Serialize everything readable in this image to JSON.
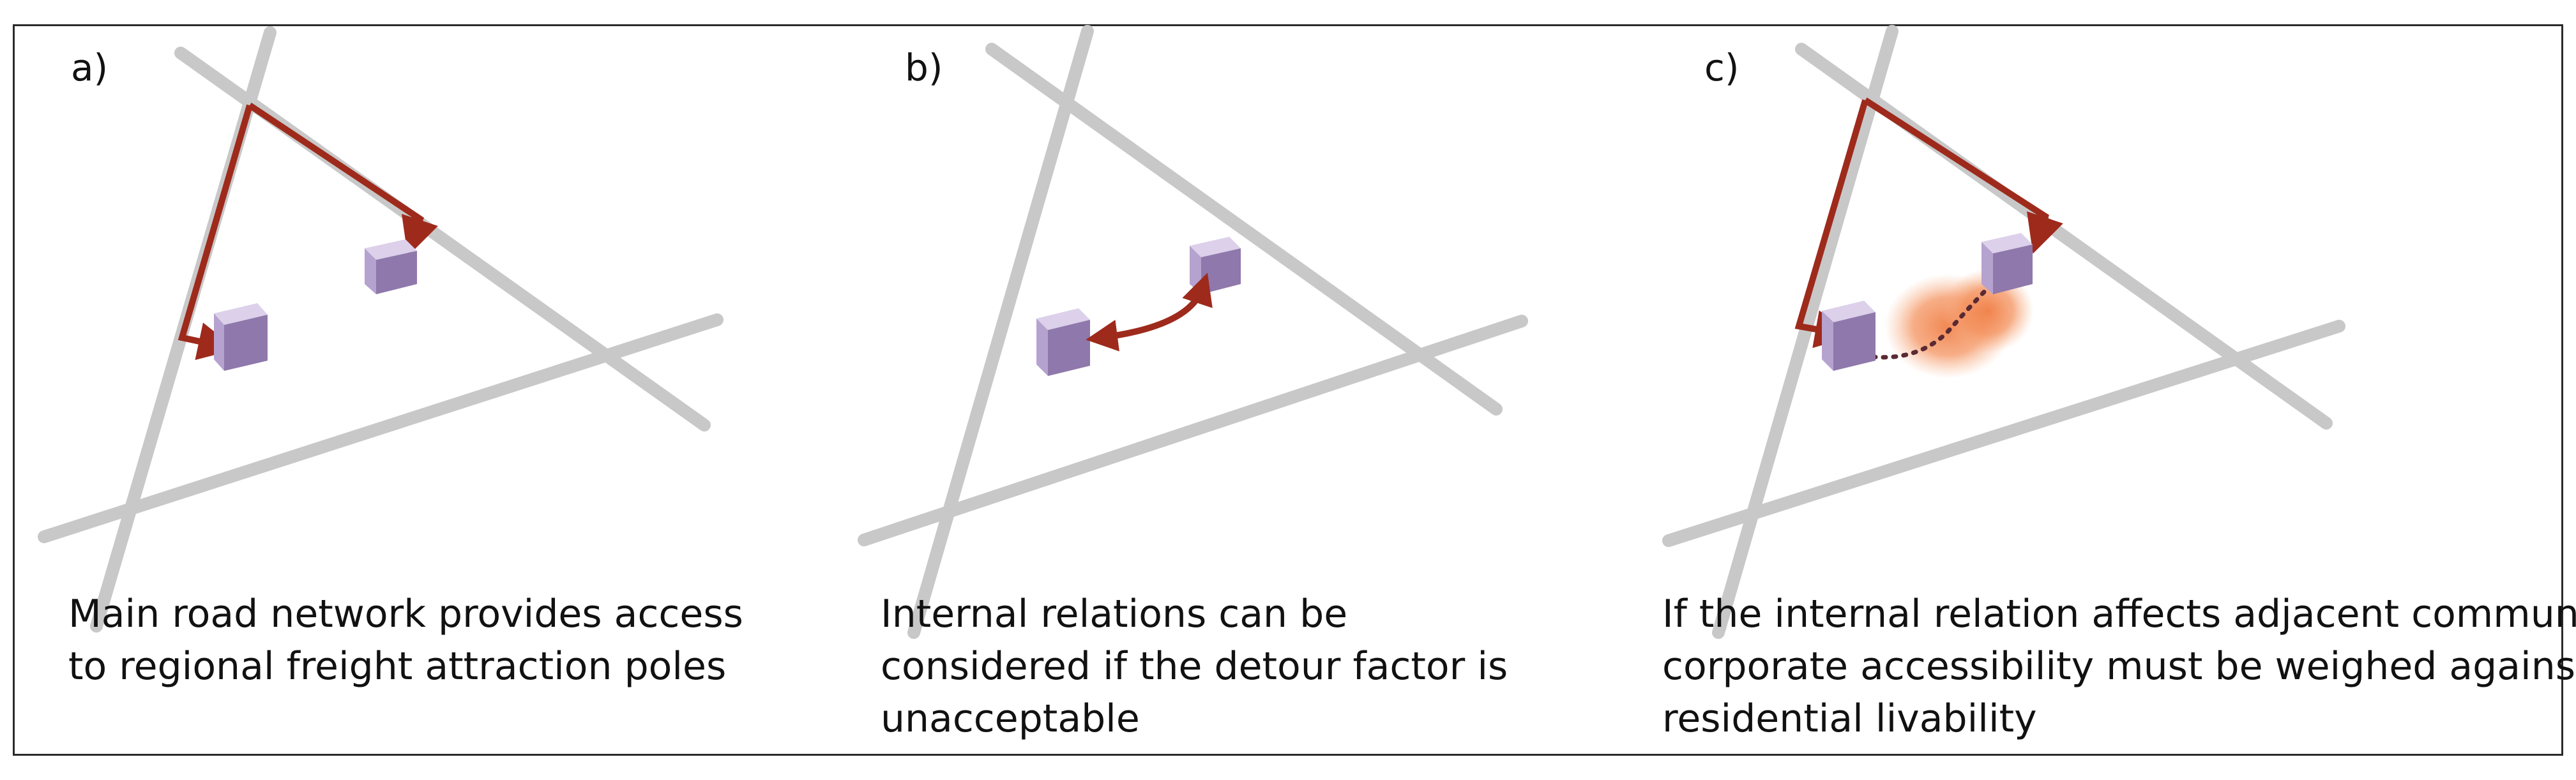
{
  "panels": [
    {
      "letter": "a)",
      "caption_lines": [
        "Main road network provides access",
        "to regional freight attraction poles"
      ]
    },
    {
      "letter": "b)",
      "caption_lines": [
        "Internal relations can be",
        "considered if the detour factor is",
        "unacceptable"
      ]
    },
    {
      "letter": "c)",
      "caption_lines": [
        "If the internal relation affects adjacent communities,",
        "corporate accessibility must be weighed against",
        "residential livability"
      ]
    }
  ],
  "colors": {
    "road": "#c8c8c8",
    "route": "#9e2a1c",
    "building_top": "#dcd0ea",
    "building_front": "#b6a2cf",
    "building_side": "#8f78ab",
    "impact_zone": "#f08048",
    "border": "#2a2a2a"
  }
}
